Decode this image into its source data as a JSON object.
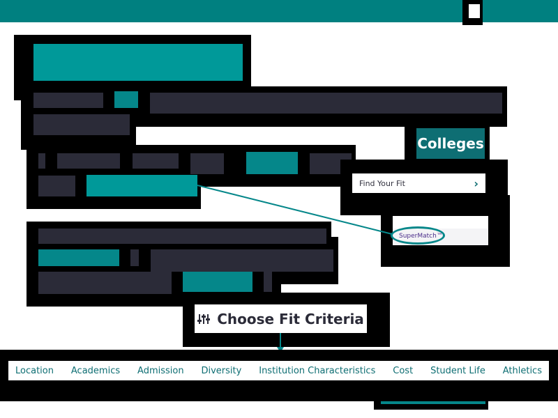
{
  "header": {
    "colleges_label": "Colleges"
  },
  "menu": {
    "find_your_fit_label": "Find Your Fit",
    "supermatch_label": "SuperMatch™"
  },
  "criteria": {
    "button_label": "Choose Fit Criteria",
    "icon": "sliders-icon"
  },
  "tabs": [
    {
      "label": "Location"
    },
    {
      "label": "Academics"
    },
    {
      "label": "Admission"
    },
    {
      "label": "Diversity"
    },
    {
      "label": "Institution Characteristics"
    },
    {
      "label": "Cost"
    },
    {
      "label": "Student Life"
    },
    {
      "label": "Athletics"
    }
  ],
  "colors": {
    "teal_bar": "#008080",
    "teal_accent": "#05878a",
    "dark_block": "#2b2b38",
    "colleges_button": "#0e6e73"
  }
}
